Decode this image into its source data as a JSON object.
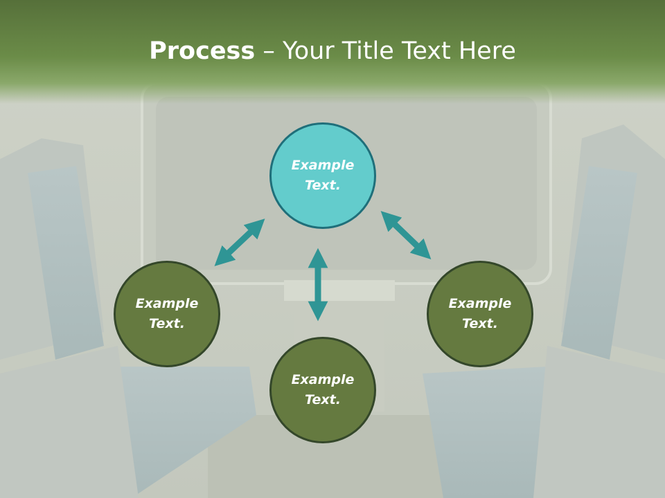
{
  "slide": {
    "title_strong": "Process",
    "title_rest": " – Your Title Text Here"
  },
  "diagram": {
    "nodes": {
      "top": "Example\nText.",
      "left": "Example\nText.",
      "right": "Example\nText.",
      "bottom": "Example\nText."
    }
  },
  "colors": {
    "title_band": "#6b8c48",
    "node_highlight": "#63cccc",
    "node_default": "#657a40",
    "arrow": "#2f9595",
    "title_text": "#ffffff"
  }
}
